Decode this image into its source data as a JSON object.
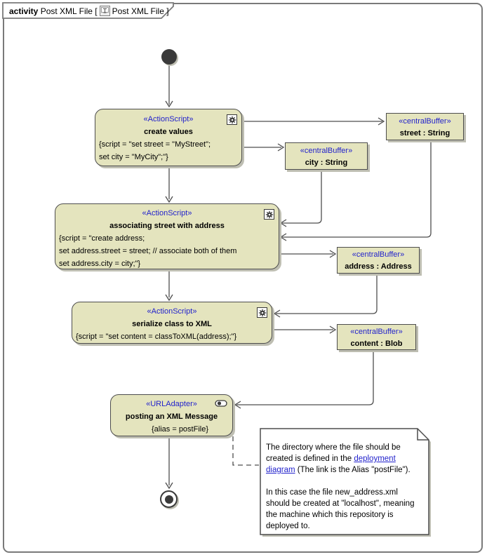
{
  "colors": {
    "node-fill": "#E4E4BE",
    "node-border": "#4D4D4D",
    "shadow": "#BEBEB2",
    "edge": "#4D4D4D",
    "stereotype-blue": "#2222CC",
    "link-blue": "#2222CC",
    "frame-border": "#7A7A7A",
    "initial-node": "#3A3A3A"
  },
  "frame": {
    "kind": "activity",
    "title": "Post XML File [",
    "diagram_icon": "activity-diagram-icon",
    "title_close": "Post XML File ]"
  },
  "nodes": {
    "create_values": {
      "stereotype": "«ActionScript»",
      "name": "create values",
      "script_lines": [
        "{script = \"set street = \"MyStreet\";",
        "set city = \"MyCity\";\"}"
      ],
      "icon": "gear-icon"
    },
    "street_buffer": {
      "stereotype": "«centralBuffer»",
      "name": "street : String"
    },
    "city_buffer": {
      "stereotype": "«centralBuffer»",
      "name": "city : String"
    },
    "associating_action": {
      "stereotype": "«ActionScript»",
      "name": "associating street with address",
      "script_lines": [
        "{script = \"create address;",
        "set address.street = street; // associate both of them",
        "set address.city = city;\"}"
      ],
      "icon": "gear-icon"
    },
    "address_buffer": {
      "stereotype": "«centralBuffer»",
      "name": "address : Address"
    },
    "serialize_action": {
      "stereotype": "«ActionScript»",
      "name": "serialize class to XML",
      "script_lines": [
        "{script = \"set content = classToXML(address);\"}"
      ],
      "icon": "gear-icon"
    },
    "content_buffer": {
      "stereotype": "«centralBuffer»",
      "name": "content : Blob"
    },
    "url_adapter": {
      "stereotype": "«URLAdapter»",
      "name": "posting an XML Message",
      "tag": "{alias = postFile}",
      "icon": "adapter-icon"
    }
  },
  "note": {
    "p1_before_link": "The directory where the file should be created is defined in the ",
    "p1_link": "deployment diagram",
    "p1_after_link": " (The link is the Alias \"postFile\").",
    "p2": "In this case the file new_address.xml should be created at \"localhost\", meaning the machine which this repository is deployed to."
  }
}
